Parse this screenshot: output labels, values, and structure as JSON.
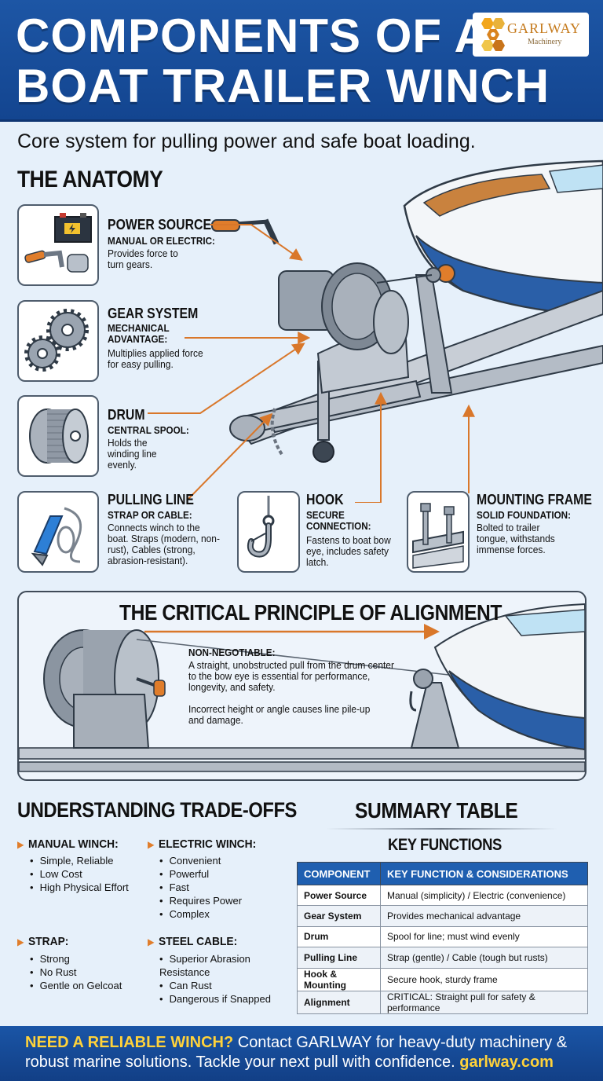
{
  "header": {
    "title_line1": "COMPONENTS OF A",
    "title_line2": "BOAT TRAILER WINCH",
    "logo_brand": "GARLWAY",
    "logo_sub": "Machinery"
  },
  "subtitle": "Core system for pulling power and safe boat loading.",
  "anatomy": {
    "heading": "THE ANATOMY",
    "components": [
      {
        "title": "POWER SOURCE",
        "sub": "MANUAL OR ELECTRIC:",
        "desc": "Provides force to turn gears.",
        "icon": "battery-crank-icon"
      },
      {
        "title": "GEAR SYSTEM",
        "sub": "MECHANICAL ADVANTAGE:",
        "desc": "Multiplies applied force for easy pulling.",
        "icon": "gears-icon"
      },
      {
        "title": "DRUM",
        "sub": "CENTRAL SPOOL:",
        "desc": "Holds the winding line evenly.",
        "icon": "spool-icon"
      },
      {
        "title": "PULLING LINE",
        "sub": "STRAP OR CABLE:",
        "desc": "Connects winch to the boat. Straps (modern, non-rust), Cables (strong, abrasion-resistant).",
        "icon": "strap-cable-icon"
      },
      {
        "title": "HOOK",
        "sub": "SECURE CONNECTION:",
        "desc": "Fastens to boat bow eye, includes safety latch.",
        "icon": "hook-icon"
      },
      {
        "title": "MOUNTING FRAME",
        "sub": "SOLID FOUNDATION:",
        "desc": "Bolted to trailer tongue, withstands immense forces.",
        "icon": "bolts-bracket-icon"
      }
    ]
  },
  "alignment": {
    "heading": "THE CRITICAL PRINCIPLE OF ALIGNMENT",
    "sub": "NON-NEGOTIABLE:",
    "desc1": "A straight, unobstructed pull from the drum center to the bow eye is essential for performance, longevity, and safety.",
    "desc2": "Incorrect height or angle causes line pile-up and damage."
  },
  "tradeoffs": {
    "heading": "UNDERSTANDING TRADE-OFFS",
    "manual": {
      "title": "MANUAL WINCH:",
      "items": [
        "Simple, Reliable",
        "Low Cost",
        "High Physical Effort"
      ]
    },
    "electric": {
      "title": "ELECTRIC WINCH:",
      "items": [
        "Convenient",
        "Powerful",
        "Fast",
        "Requires Power",
        "Complex"
      ]
    },
    "strap": {
      "title": "STRAP:",
      "items": [
        "Strong",
        "No Rust",
        "Gentle on Gelcoat"
      ]
    },
    "cable": {
      "title": "STEEL CABLE:",
      "items": [
        "Superior Abrasion Resistance",
        "Can Rust",
        "Dangerous if Snapped"
      ]
    }
  },
  "summary": {
    "heading": "SUMMARY TABLE",
    "subheading": "KEY FUNCTIONS",
    "columns": [
      "COMPONENT",
      "KEY FUNCTION & CONSIDERATIONS"
    ],
    "rows": [
      [
        "Power Source",
        "Manual (simplicity) / Electric (convenience)"
      ],
      [
        "Gear System",
        "Provides mechanical advantage"
      ],
      [
        "Drum",
        "Spool for line; must wind evenly"
      ],
      [
        "Pulling Line",
        "Strap (gentle) / Cable (tough but rusts)"
      ],
      [
        "Hook & Mounting",
        "Secure hook, sturdy frame"
      ],
      [
        "Alignment",
        "CRITICAL: Straight pull for safety & performance"
      ]
    ]
  },
  "footer": {
    "highlight": "NEED A RELIABLE WINCH?",
    "text1": " Contact GARLWAY for heavy-duty machinery &",
    "text2": "robust marine solutions. Tackle your next pull with confidence. ",
    "link": "garlway.com"
  },
  "colors": {
    "brand_blue": "#1d56a5",
    "accent_orange": "#e07d2b",
    "highlight_yellow": "#ffd23a",
    "steel": "#9aa4b0"
  }
}
